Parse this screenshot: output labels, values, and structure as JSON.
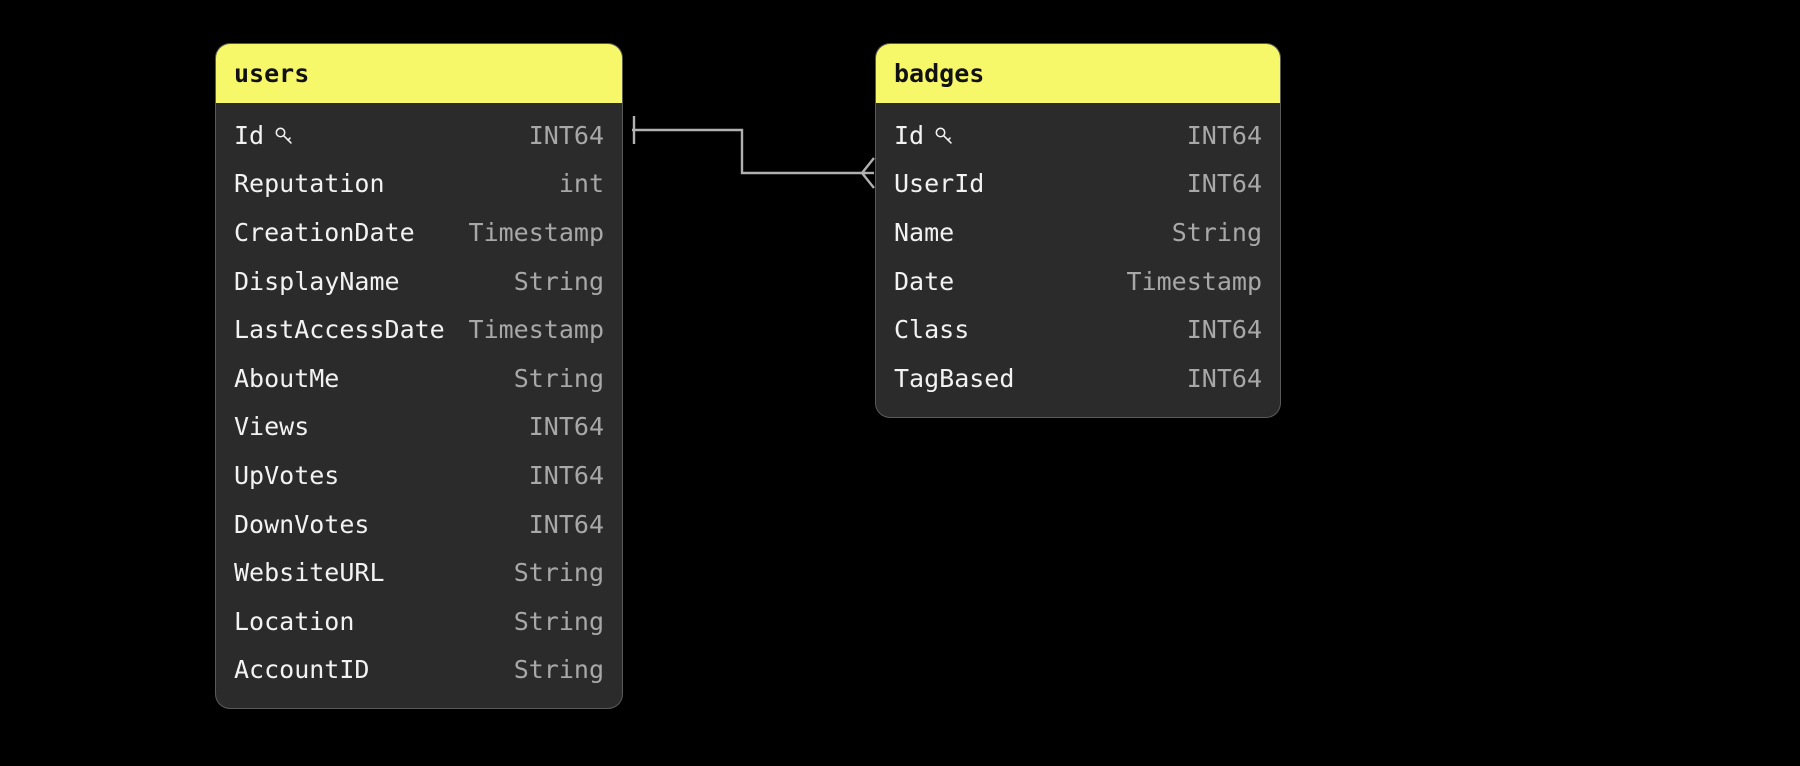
{
  "diagram": {
    "background_color": "#000000",
    "header_color": "#f7f76a",
    "card_color": "#2b2b2b",
    "field_text_color": "#f2f2f2",
    "type_text_color": "#a8a8a8",
    "line_color": "#b0b0b0"
  },
  "entities": [
    {
      "id": "users",
      "title": "users",
      "fields": [
        {
          "name": "Id",
          "type": "INT64",
          "key": true,
          "key_icon": "key-icon"
        },
        {
          "name": "Reputation",
          "type": "int",
          "key": false
        },
        {
          "name": "CreationDate",
          "type": "Timestamp",
          "key": false
        },
        {
          "name": "DisplayName",
          "type": "String",
          "key": false
        },
        {
          "name": "LastAccessDate",
          "type": "Timestamp",
          "key": false
        },
        {
          "name": "AboutMe",
          "type": "String",
          "key": false
        },
        {
          "name": "Views",
          "type": "INT64",
          "key": false
        },
        {
          "name": "UpVotes",
          "type": "INT64",
          "key": false
        },
        {
          "name": "DownVotes",
          "type": "INT64",
          "key": false
        },
        {
          "name": "WebsiteURL",
          "type": "String",
          "key": false
        },
        {
          "name": "Location",
          "type": "String",
          "key": false
        },
        {
          "name": "AccountID",
          "type": "String",
          "key": false
        }
      ]
    },
    {
      "id": "badges",
      "title": "badges",
      "fields": [
        {
          "name": "Id",
          "type": "INT64",
          "key": true,
          "key_icon": "key-icon"
        },
        {
          "name": "UserId",
          "type": "INT64",
          "key": false
        },
        {
          "name": "Name",
          "type": "String",
          "key": false
        },
        {
          "name": "Date",
          "type": "Timestamp",
          "key": false
        },
        {
          "name": "Class",
          "type": "INT64",
          "key": false
        },
        {
          "name": "TagBased",
          "type": "INT64",
          "key": false
        }
      ]
    }
  ],
  "relationships": [
    {
      "from_entity": "users",
      "from_field": "Id",
      "to_entity": "badges",
      "to_field": "UserId",
      "from_cardinality": "one",
      "to_cardinality": "many"
    }
  ]
}
